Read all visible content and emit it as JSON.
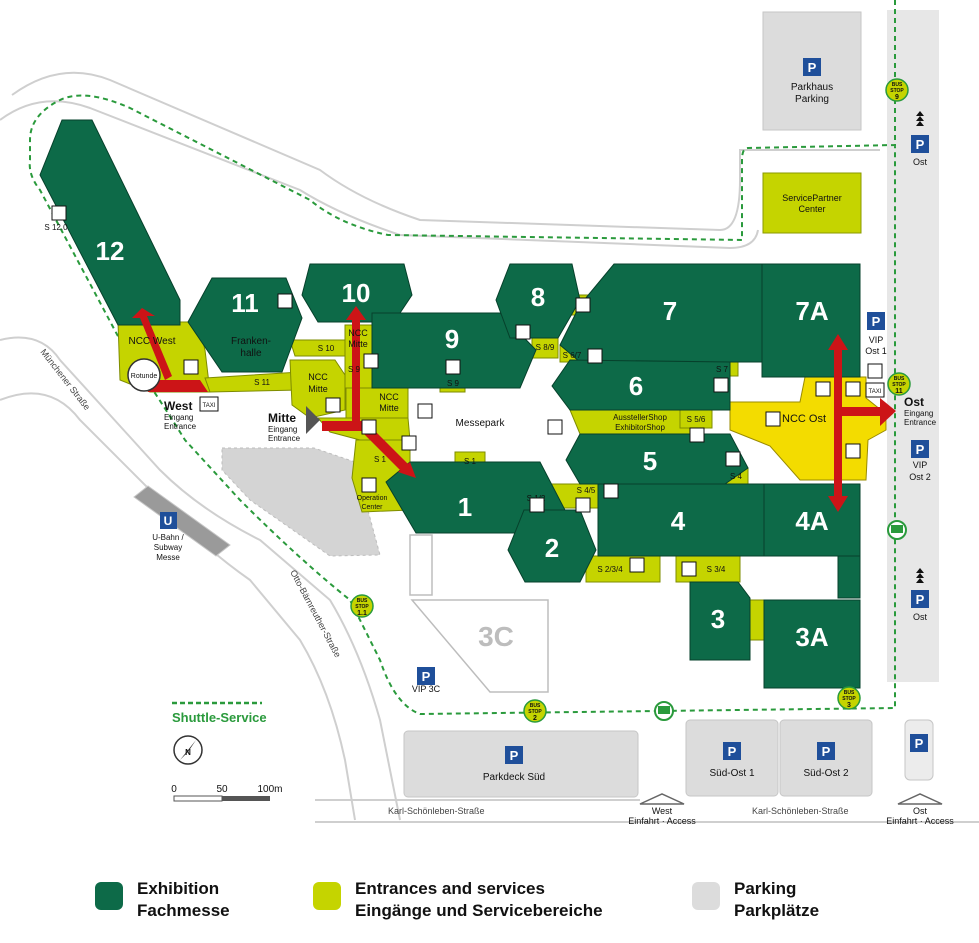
{
  "colors": {
    "exhibition": "#0d6a48",
    "service": "#c5d400",
    "parking": "#dcdcdc",
    "ncc_ost": "#f3dc00",
    "arrow": "#cc1417",
    "shuttle": "#2a9a3c",
    "p_sign": "#1f4f9a"
  },
  "halls": {
    "h12": "12",
    "h11": "11",
    "h10": "10",
    "h9": "9",
    "h8": "8",
    "h7": "7",
    "h7a": "7A",
    "h6": "6",
    "h5": "5",
    "h4": "4",
    "h4a": "4A",
    "h1": "1",
    "h2": "2",
    "h3": "3",
    "h3a": "3A",
    "h3c": "3C"
  },
  "labels": {
    "frankenhalle_1": "Franken-",
    "frankenhalle_2": "halle",
    "ncc_west": "NCC West",
    "rotunde": "Rotunde",
    "ncc_mitte_a1": "NCC",
    "ncc_mitte_a2": "Mitte",
    "ncc_mitte_b1": "NCC",
    "ncc_mitte_b2": "Mitte",
    "ncc_mitte_c1": "NCC",
    "ncc_mitte_c2": "Mitte",
    "ncc_ost": "NCC Ost",
    "messepark": "Messepark",
    "aussteller_1": "AusstellerShop",
    "aussteller_2": "ExhibitorShop",
    "operation_1": "Operation",
    "operation_2": "Center",
    "servicepartner_1": "ServicePartner",
    "servicepartner_2": "Center",
    "parkhaus_1": "Parkhaus",
    "parkhaus_2": "Parking",
    "parkdeck_sued": "Parkdeck Süd",
    "sued_ost_1": "Süd-Ost 1",
    "sued_ost_2": "Süd-Ost 2",
    "vip_3c": "VIP 3C",
    "vip_ost1_1": "VIP",
    "vip_ost1_2": "Ost 1",
    "vip_ost2_1": "VIP",
    "vip_ost2_2": "Ost 2",
    "ost_p1": "Ost",
    "ost_p2": "Ost",
    "ubahn_1": "U-Bahn /",
    "ubahn_2": "Subway",
    "ubahn_3": "Messe",
    "taxi_1": "TAXI",
    "taxi_2": "TAXI",
    "u": "U",
    "p": "P"
  },
  "service_codes": {
    "s120": "S 12.0",
    "s11": "S 11",
    "s10": "S 10",
    "s9": "S 9",
    "s9m": "S 9",
    "s89": "S 8/9",
    "s67": "S 6/7",
    "s7": "S 7",
    "s56": "S 5/6",
    "s4": "S 4",
    "s1": "S 1",
    "s1m": "S 1",
    "s12": "S 1/2",
    "s45": "S 4/5",
    "s234": "S 2/3/4",
    "s34": "S 3/4"
  },
  "entrances": {
    "west_1": "West",
    "west_2": "Eingang",
    "west_3": "Entrance",
    "mitte_1": "Mitte",
    "mitte_2": "Eingang",
    "mitte_3": "Entrance",
    "ost_1": "Ost",
    "ost_2": "Eingang",
    "ost_3": "Entrance",
    "west_access_1": "West",
    "west_access_2": "Einfahrt · Access",
    "ost_access_1": "Ost",
    "ost_access_2": "Einfahrt · Access"
  },
  "bus_stops": {
    "bs_label": "BUS",
    "bs_stop": "STOP",
    "bs9": "9",
    "bs11": "11",
    "bs11b": "1.1",
    "bs2": "2",
    "bs3": "3"
  },
  "streets": {
    "muenchener": "Münchener Straße",
    "otto": "Otto-Bärnreuther-Straße",
    "karl_w": "Karl-Schönleben-Straße",
    "karl_e": "Karl-Schönleben-Straße"
  },
  "scale": {
    "s0": "0",
    "s50": "50",
    "s100": "100m",
    "north": "N",
    "shuttle": "Shuttle-Service"
  },
  "legend": {
    "exhibition_1": "Exhibition",
    "exhibition_2": "Fachmesse",
    "service_1": "Entrances and services",
    "service_2": "Eingänge und Servicebereiche",
    "parking_1": "Parking",
    "parking_2": "Parkplätze"
  }
}
